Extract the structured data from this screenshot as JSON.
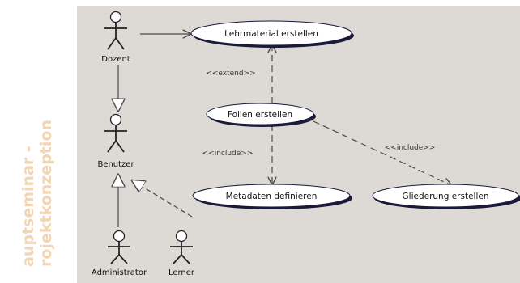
{
  "side_title": {
    "line1": "auptseminar -",
    "line2": "rojektkonzeption",
    "color": "#f2d6b4"
  },
  "colors": {
    "panel_background": "#ddd9d4",
    "stroke": "#4a4a4a",
    "usecase_fill": "#ffffff",
    "usecase_shadow": "#1a1a3a"
  },
  "actors": [
    {
      "id": "dozent",
      "label": "Dozent",
      "icon": "stick-figure-icon"
    },
    {
      "id": "benutzer",
      "label": "Benutzer",
      "icon": "stick-figure-icon"
    },
    {
      "id": "administrator",
      "label": "Administrator",
      "icon": "stick-figure-icon"
    },
    {
      "id": "lerner",
      "label": "Lerner",
      "icon": "stick-figure-icon"
    }
  ],
  "use_cases": [
    {
      "id": "lehrmaterial",
      "label": "Lehrmaterial erstellen"
    },
    {
      "id": "folien",
      "label": "Folien erstellen"
    },
    {
      "id": "metadaten",
      "label": "Metadaten definieren"
    },
    {
      "id": "gliederung",
      "label": "Gliederung erstellen"
    }
  ],
  "relations": [
    {
      "id": "dozent-lehrmaterial",
      "type": "association"
    },
    {
      "id": "dozent-benutzer",
      "type": "generalization"
    },
    {
      "id": "administrator-benutzer",
      "type": "generalization"
    },
    {
      "id": "lerner-benutzer",
      "type": "generalization"
    },
    {
      "id": "folien-lehrmaterial",
      "type": "dependency",
      "label": "<<extend>>"
    },
    {
      "id": "folien-metadaten",
      "type": "dependency",
      "label": "<<include>>"
    },
    {
      "id": "folien-gliederung",
      "type": "dependency",
      "label": "<<include>>"
    }
  ]
}
